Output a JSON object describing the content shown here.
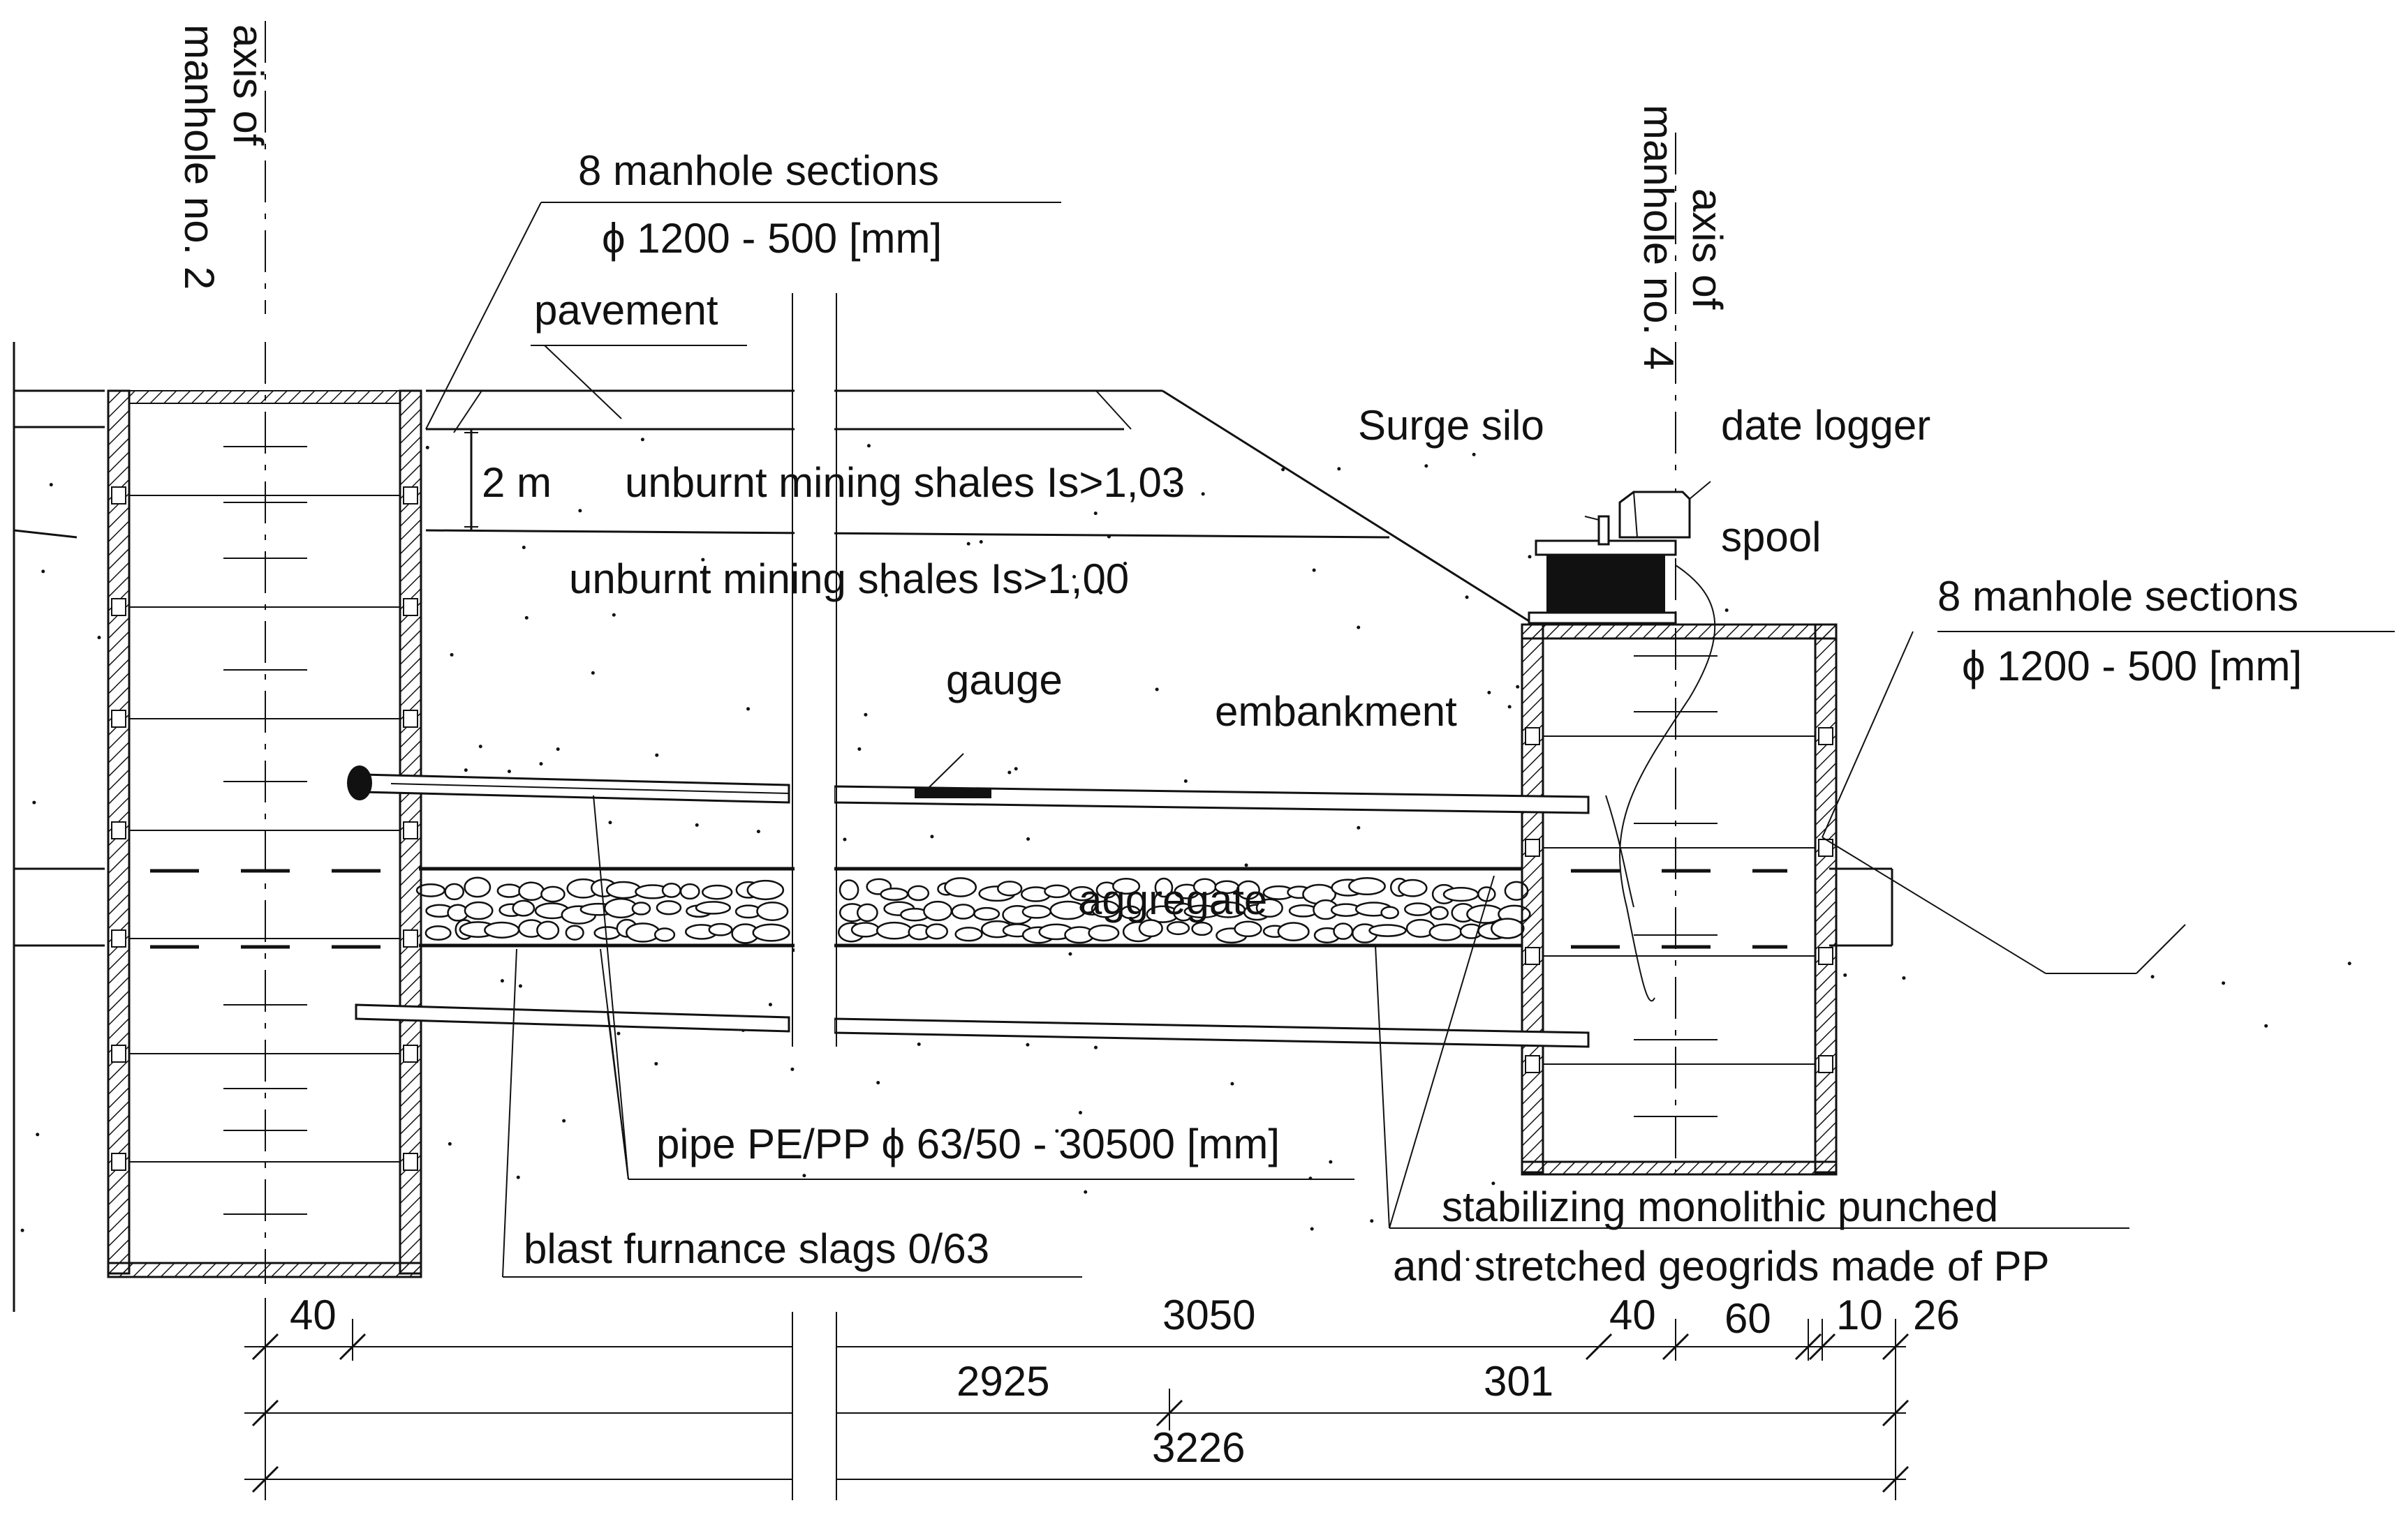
{
  "labels": {
    "axis_left_line1": "axis of",
    "axis_left_line2": "manhole no. 2",
    "axis_right_line1": "axis of",
    "axis_right_line2": "manhole no. 4",
    "sections_left_line1": "8 manhole sections",
    "sections_left_line2": "ϕ 1200 - 500  [mm]",
    "sections_right_line1": "8 manhole sections",
    "sections_right_line2": "ϕ 1200 - 500 [mm]",
    "pavement": "pavement",
    "depth": "2 m",
    "shales_top": "unburnt mining shales Is>1,03",
    "shales_bottom": "unburnt mining shales Is>1,00",
    "gauge": "gauge",
    "embankment": "embankment",
    "aggregate": "aggregate",
    "surge_silo": "Surge silo",
    "data_logger": "date logger",
    "spool": "spool",
    "pipe": "pipe PE/PP ϕ 63/50 - 30500 [mm]",
    "slags": "blast furnance slags 0/63",
    "geogrid_line1": "stabilizing monolithic punched",
    "geogrid_line2": "and stretched geogrids made of PP"
  },
  "dimensions": {
    "d40_left": "40",
    "d3050": "3050",
    "d40_right": "40",
    "d60": "60",
    "d10": "10",
    "d26": "26",
    "d2925": "2925",
    "d301": "301",
    "d3226": "3226"
  }
}
